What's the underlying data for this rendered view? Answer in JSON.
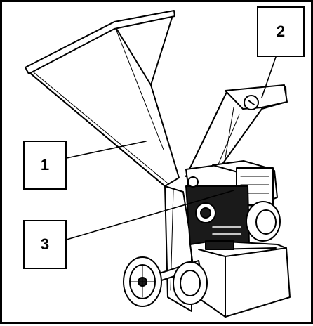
{
  "diagram": {
    "callouts": [
      {
        "id": "1",
        "label": "1"
      },
      {
        "id": "2",
        "label": "2"
      },
      {
        "id": "3",
        "label": "3"
      }
    ]
  },
  "colors": {
    "line": "#000000",
    "engine_fill": "#1a1a1a",
    "body_fill": "#ffffff",
    "shade": "#e6e6e6"
  }
}
